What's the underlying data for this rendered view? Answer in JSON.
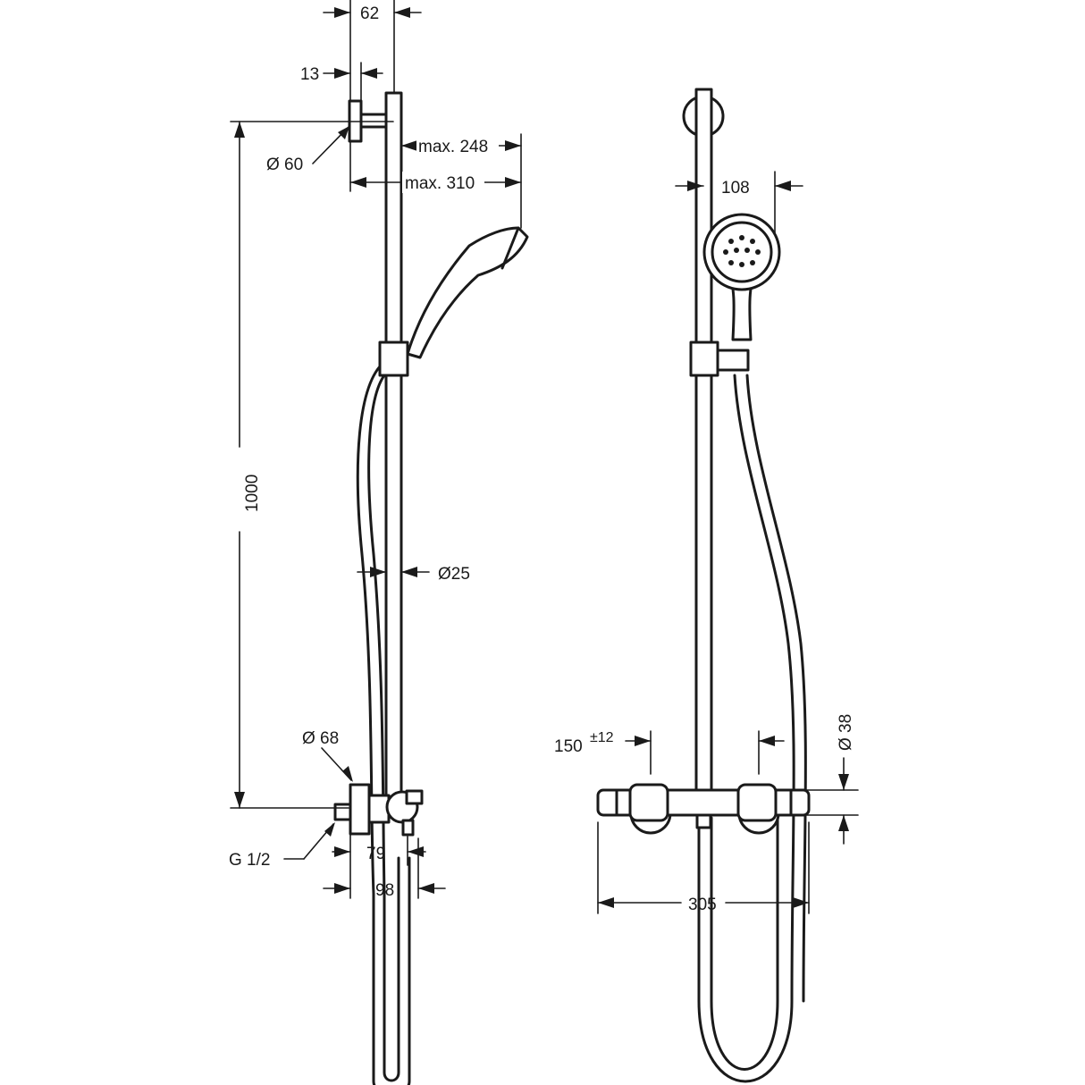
{
  "dimensions": {
    "d62": "62",
    "d13": "13",
    "d60": "Ø 60",
    "max248": "max. 248",
    "max310": "max. 310",
    "d1000": "1000",
    "d25": "Ø25",
    "d68": "Ø 68",
    "g12": "G 1/2",
    "d79": "79",
    "d98": "98",
    "d108": "108",
    "d150": "150",
    "d150tol": "±12",
    "d38": "Ø 38",
    "d305": "305"
  }
}
